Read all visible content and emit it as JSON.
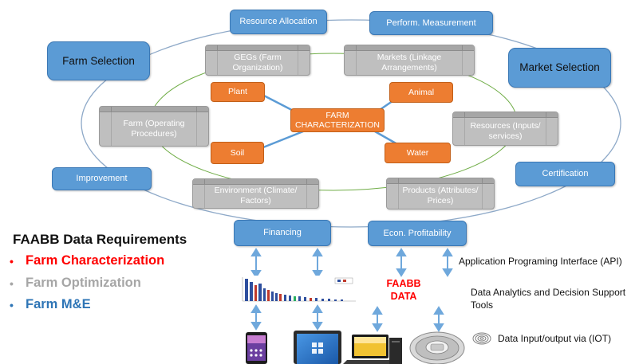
{
  "ring_boxes": {
    "resource_allocation": "Resource Allocation",
    "perform_measurement": "Perform. Measurement",
    "farm_selection": "Farm Selection",
    "market_selection": "Market Selection",
    "improvement": "Improvement",
    "certification": "Certification",
    "financing": "Financing",
    "econ_profitability": "Econ. Profitability"
  },
  "grey_boxes": {
    "gegs": "GEGs (Farm Organization)",
    "markets": "Markets (Linkage Arrangements)",
    "farm_operating": "Farm (Operating Procedures)",
    "resources": "Resources (Inputs/ services)",
    "environment": "Environment (Climate/ Factors)",
    "products": "Products (Attributes/ Prices)"
  },
  "center": {
    "farm_characterization": "FARM CHARACTERIZATION",
    "plant": "Plant",
    "animal": "Animal",
    "soil": "Soil",
    "water": "Water"
  },
  "requirements": {
    "title": "FAABB Data Requirements",
    "items": [
      {
        "label": "Farm Characterization",
        "color": "#ff0000"
      },
      {
        "label": "Farm Optimization",
        "color": "#a6a6a6"
      },
      {
        "label": "Farm M&E",
        "color": "#2e75b6"
      }
    ]
  },
  "notes": {
    "api": "Application Programing Interface (API)",
    "analytics": "Data Analytics and Decision Support Tools",
    "iot": "Data Input/output via (IOT)",
    "faabb_data": "FAABB DATA"
  },
  "colors": {
    "ring_blue": "#5b9bd5",
    "grey": "#bfbfbf",
    "orange": "#ed7d31",
    "inner_ellipse": "#70ad47",
    "arrow": "#6fa8dc"
  },
  "icons": [
    "smartphone-icon",
    "tablet-icon",
    "desktop-computer-icon",
    "sensor-device-icon",
    "fingerprint-icon",
    "dashboard-chart-icon"
  ]
}
